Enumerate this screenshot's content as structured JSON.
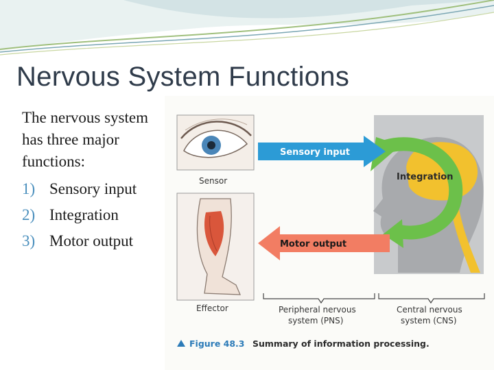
{
  "slide": {
    "title": "Nervous System Functions",
    "intro": "The nervous system has three major functions:",
    "functions": [
      {
        "number": "1)",
        "label": "Sensory input"
      },
      {
        "number": "2)",
        "label": "Integration"
      },
      {
        "number": "3)",
        "label": "Motor output"
      }
    ]
  },
  "figure": {
    "sensor_label": "Sensor",
    "effector_label": "Effector",
    "sensory_input_label": "Sensory input",
    "motor_output_label": "Motor output",
    "integration_label": "Integration",
    "pns_label_line1": "Peripheral nervous",
    "pns_label_line2": "system (PNS)",
    "cns_label_line1": "Central nervous",
    "cns_label_line2": "system (CNS)",
    "caption_number": "Figure 48.3",
    "caption_text": "Summary of information processing."
  },
  "colors": {
    "sensory_arrow": "#2c9bd6",
    "motor_arrow": "#f27d63",
    "integration_loop": "#6cc04a",
    "brain": "#f2c12e",
    "head": "#a8aaad",
    "title_text": "#2f3b4a",
    "list_number": "#4a8fbd"
  }
}
